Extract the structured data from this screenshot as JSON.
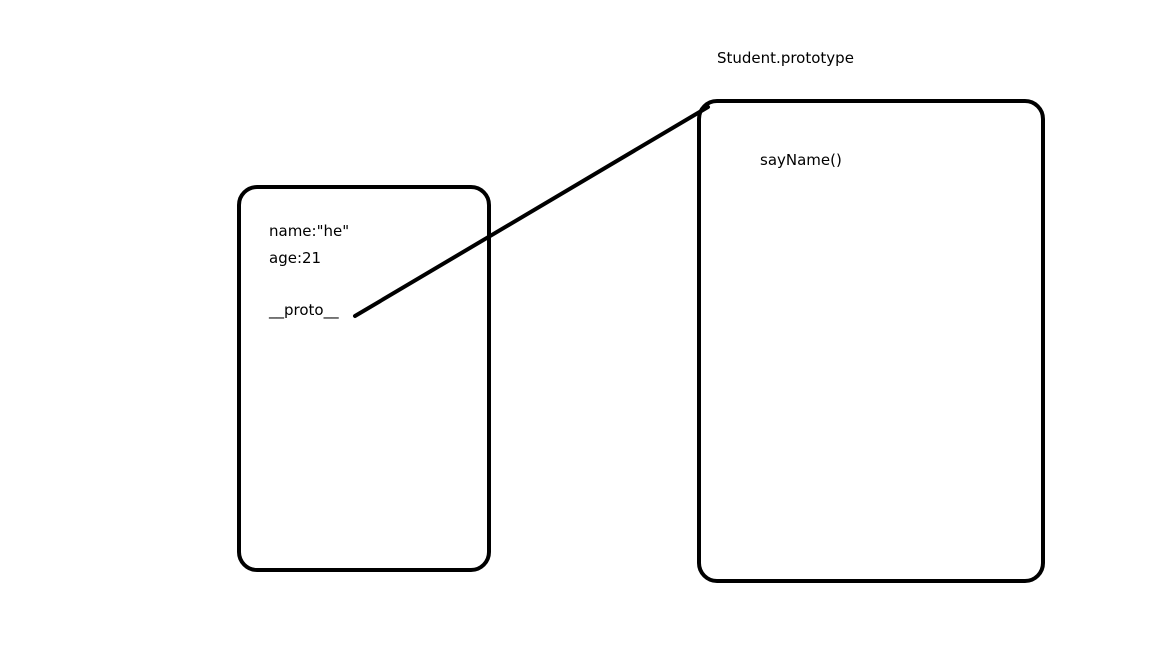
{
  "prototype_object": {
    "title": "Student.prototype",
    "methods": [
      "sayName()"
    ]
  },
  "instance_object": {
    "properties": [
      {
        "text": "name:\"he\""
      },
      {
        "text": "age:21"
      },
      {
        "text": "__proto__"
      }
    ]
  },
  "link": {
    "from": "__proto__",
    "to": "Student.prototype",
    "color": "#000000"
  }
}
